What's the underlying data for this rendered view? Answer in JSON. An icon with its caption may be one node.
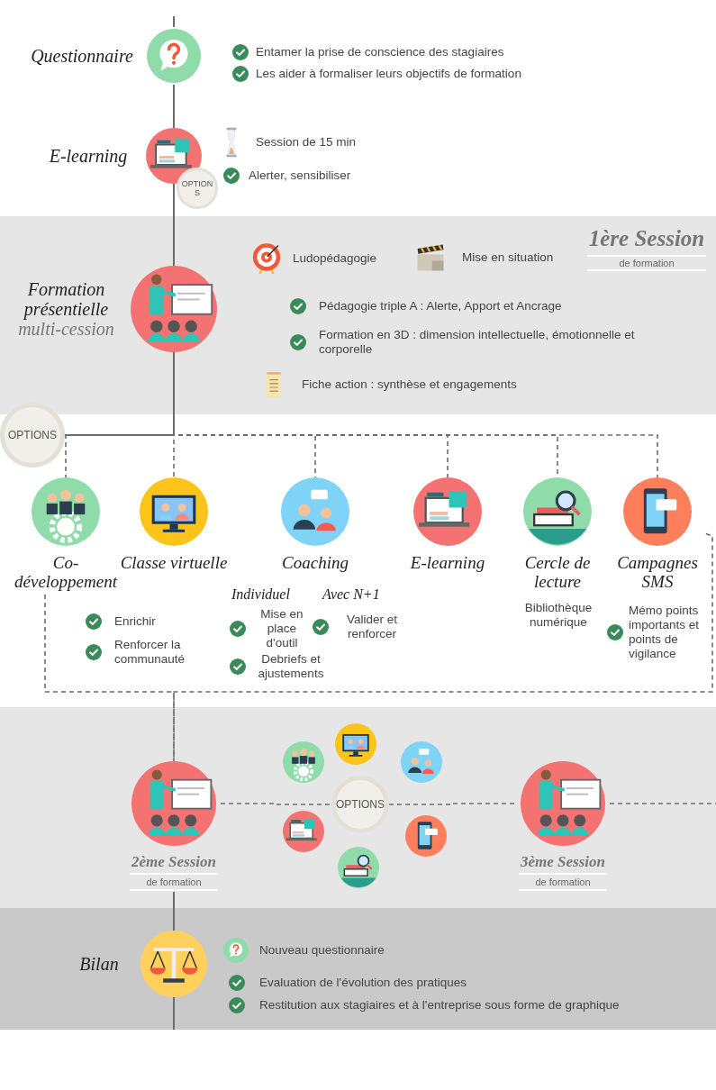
{
  "diagram": {
    "nodes": [
      {
        "text": [
          "Questionnaire"
        ],
        "beside": [
          "Entamer la prise de conscience des stagiaires",
          "Les aider à formaliser leurs objectifs de formation"
        ]
      },
      {
        "text": [
          "E-learning"
        ],
        "beside": [
          "Session de 15 min",
          "Alerter, sensibiliser"
        ]
      },
      {
        "text": [
          "Formation présentielle",
          "multi-cession"
        ],
        "beside": [
          "Ludopédagogie",
          "Mise en situation",
          "Pédagogie triple A : Alerte, Apport et Ancrage",
          "Formation en 3D : dimension intellectuelle, émotionnelle et corporelle",
          "Fiche action : synthèse et engagements"
        ]
      },
      {
        "text": [
          "OPTIONS"
        ]
      },
      {
        "text": [
          "Co-développement"
        ]
      },
      {
        "text": [
          "Classe virtuelle"
        ]
      },
      {
        "text": [
          "Coaching"
        ],
        "beside": [
          "Individuel",
          "Mise en place d'outil",
          "Debriefs et ajustements",
          "Avec N+1",
          "Valider et renforcer"
        ]
      },
      {
        "text": [
          "E-learning"
        ]
      },
      {
        "text": [
          "Cercle de lecture"
        ]
      },
      {
        "text": [
          "Campagnes SMS"
        ]
      },
      {
        "text": [
          "2ème Session",
          "de formation"
        ]
      },
      {
        "text": [
          "OPTIONS"
        ]
      },
      {
        "text": [],
        "shape": "picture"
      },
      {
        "text": [],
        "shape": "picture"
      },
      {
        "text": [],
        "shape": "picture"
      },
      {
        "text": [],
        "shape": "picture"
      },
      {
        "text": [],
        "shape": "picture"
      },
      {
        "text": [],
        "shape": "picture"
      },
      {
        "text": [
          "3ème Session",
          "de formation"
        ]
      },
      {
        "text": [
          "Bilan"
        ],
        "beside": [
          "Nouveau questionnaire",
          "Evaluation de l'évolution des pratiques",
          "Restitution aux stagiaires et à l'entreprise sous forme de graphique"
        ]
      }
    ],
    "edges": [
      {
        "from": null,
        "to": 0,
        "arrow": "none"
      },
      {
        "from": 0,
        "to": 1,
        "arrow": "none"
      },
      {
        "from": 1,
        "to": 2,
        "arrow": "none"
      },
      {
        "from": 2,
        "to": 3,
        "arrow": "none"
      },
      {
        "from": 3,
        "to": 4,
        "arrow": "none",
        "style": "dashed"
      },
      {
        "from": 3,
        "to": 5,
        "arrow": "none",
        "style": "dashed"
      },
      {
        "from": 3,
        "to": 6,
        "arrow": "none",
        "style": "dashed"
      },
      {
        "from": 3,
        "to": 7,
        "arrow": "none",
        "style": "dashed"
      },
      {
        "from": 3,
        "to": 8,
        "arrow": "none",
        "style": "dashed"
      },
      {
        "from": 3,
        "to": 9,
        "arrow": "none",
        "style": "dashed"
      },
      {
        "from": 4,
        "to": 10,
        "arrow": "none",
        "style": "dashed"
      },
      {
        "from": 9,
        "to": 10,
        "arrow": "none",
        "style": "dashed"
      },
      {
        "from": 10,
        "to": 11,
        "arrow": "none",
        "style": "dashed"
      },
      {
        "from": 11,
        "to": 18,
        "arrow": "none",
        "style": "dashed"
      },
      {
        "from": 18,
        "to": null,
        "arrow": "none",
        "style": "dashed"
      },
      {
        "from": 10,
        "to": 19,
        "arrow": "none"
      },
      {
        "from": 19,
        "to": null,
        "arrow": "none"
      }
    ],
    "labels": [
      "OPTION S",
      "1ère Session",
      "de formation",
      "Enrichir",
      "Renforcer la communauté",
      "Bibliothèque numérique",
      "Mémo points importants et points de vigilance"
    ]
  }
}
